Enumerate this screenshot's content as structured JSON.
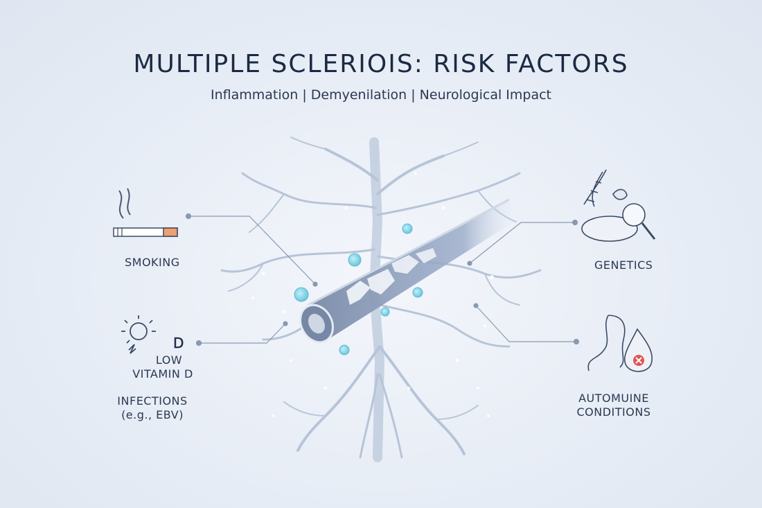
{
  "header": {
    "title": "MULTIPLE SCLERIOIS: RISK FACTORS",
    "subtitle": "Inflammation | Demyenilation | Neurological Impact"
  },
  "factors": {
    "smoking": {
      "label": "SMOKING",
      "icon": "cigarette-icon"
    },
    "vitamin_d": {
      "label_line1": "LOW",
      "label_line2": "VITAMIN D",
      "letter": "D",
      "icon": "sun-icon"
    },
    "infections": {
      "label_line1": "INFECTIONS",
      "label_line2": "(e.g., EBV)"
    },
    "genetics": {
      "label": "GENETICS",
      "icon": "dna-icon"
    },
    "autoimmune": {
      "label_line1": "AUTOMUINE",
      "label_line2": "CONDITIONS",
      "icon": "stomach-drop-icon"
    }
  },
  "colors": {
    "nerve": "#a9b9d1",
    "axon": "#8393ad",
    "accent_cells": "#7fd3e6",
    "cigarette_tip": "#f0a070",
    "alert": "#e05555",
    "line": "#8a99b1"
  }
}
